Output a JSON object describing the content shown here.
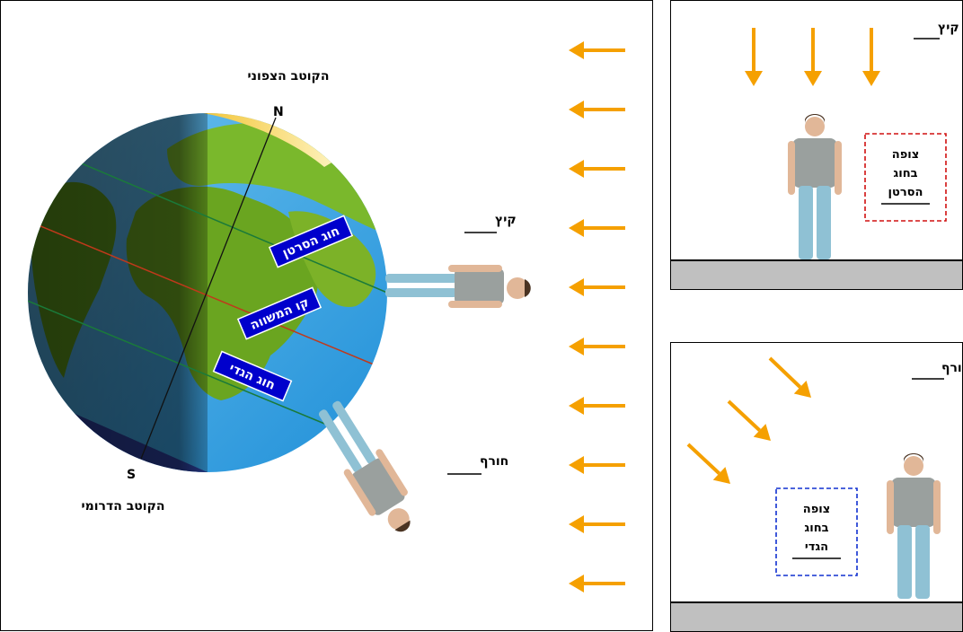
{
  "main": {
    "north_pole_label": "הקוטב הצפוני",
    "south_pole_label": "הקוטב הדרומי",
    "n_label": "N",
    "s_label": "S",
    "cancer_label": "חוג הסרטן",
    "equator_label": "קו המשווה",
    "capricorn_label": "חוג הגדי",
    "summer_label": "קיץ",
    "winter_label": "חורף"
  },
  "summer_panel": {
    "season_label": "קיץ",
    "observer_line1": "צופה",
    "observer_line2": "בחוג",
    "observer_line3": "הסרטן"
  },
  "winter_panel": {
    "season_label": "חורף",
    "observer_line1": "צופה",
    "observer_line2": "בחוג",
    "observer_line3": "הגדי"
  },
  "colors": {
    "arrow": "#f5a000",
    "cancer_line": "#1a7a3a",
    "equator_line": "#c0391b",
    "band_fill": "#0000cc",
    "summer_box": "#d01010",
    "winter_box": "#1030d0",
    "ground": "#c0c0c0"
  },
  "icons": {
    "sun_rays": "arrow-left",
    "person": "standing-man"
  }
}
